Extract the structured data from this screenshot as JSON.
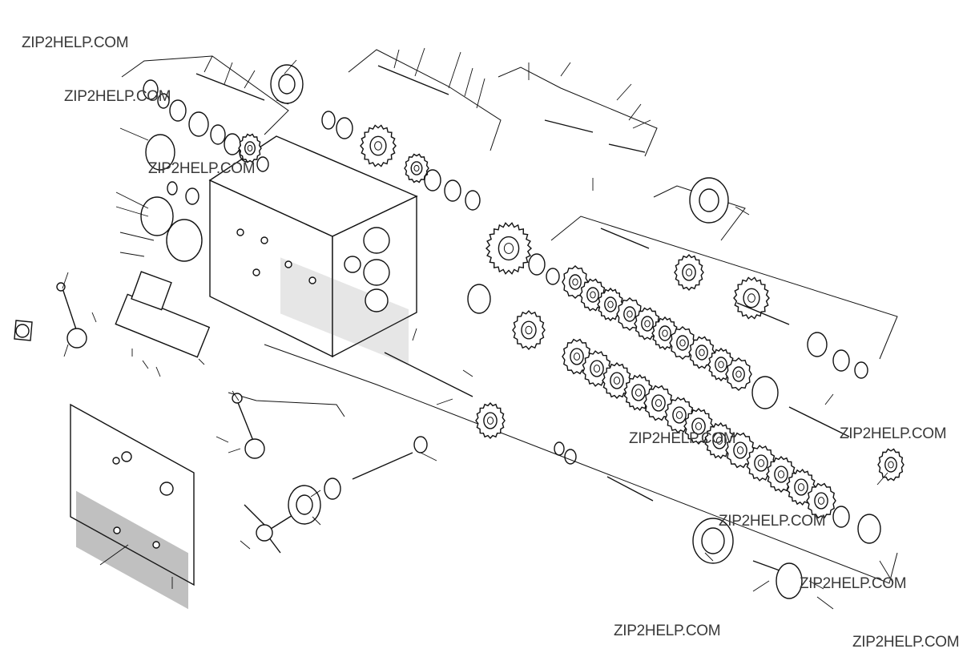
{
  "watermarks": [
    "ZIP2HELP.COM",
    "ZIP2HELP.COM",
    "ZIP2HELP.COM",
    "ZIP2HELP.COM",
    "ZIP2HELP.COM",
    "ZIP2HELP.COM",
    "ZIP2HELP.COM",
    "ZIP2HELP.COM",
    "ZIP2HELP.COM"
  ],
  "colors": {
    "ink": "#111111",
    "watermark": "#3a3a3a",
    "paper": "#ffffff"
  }
}
